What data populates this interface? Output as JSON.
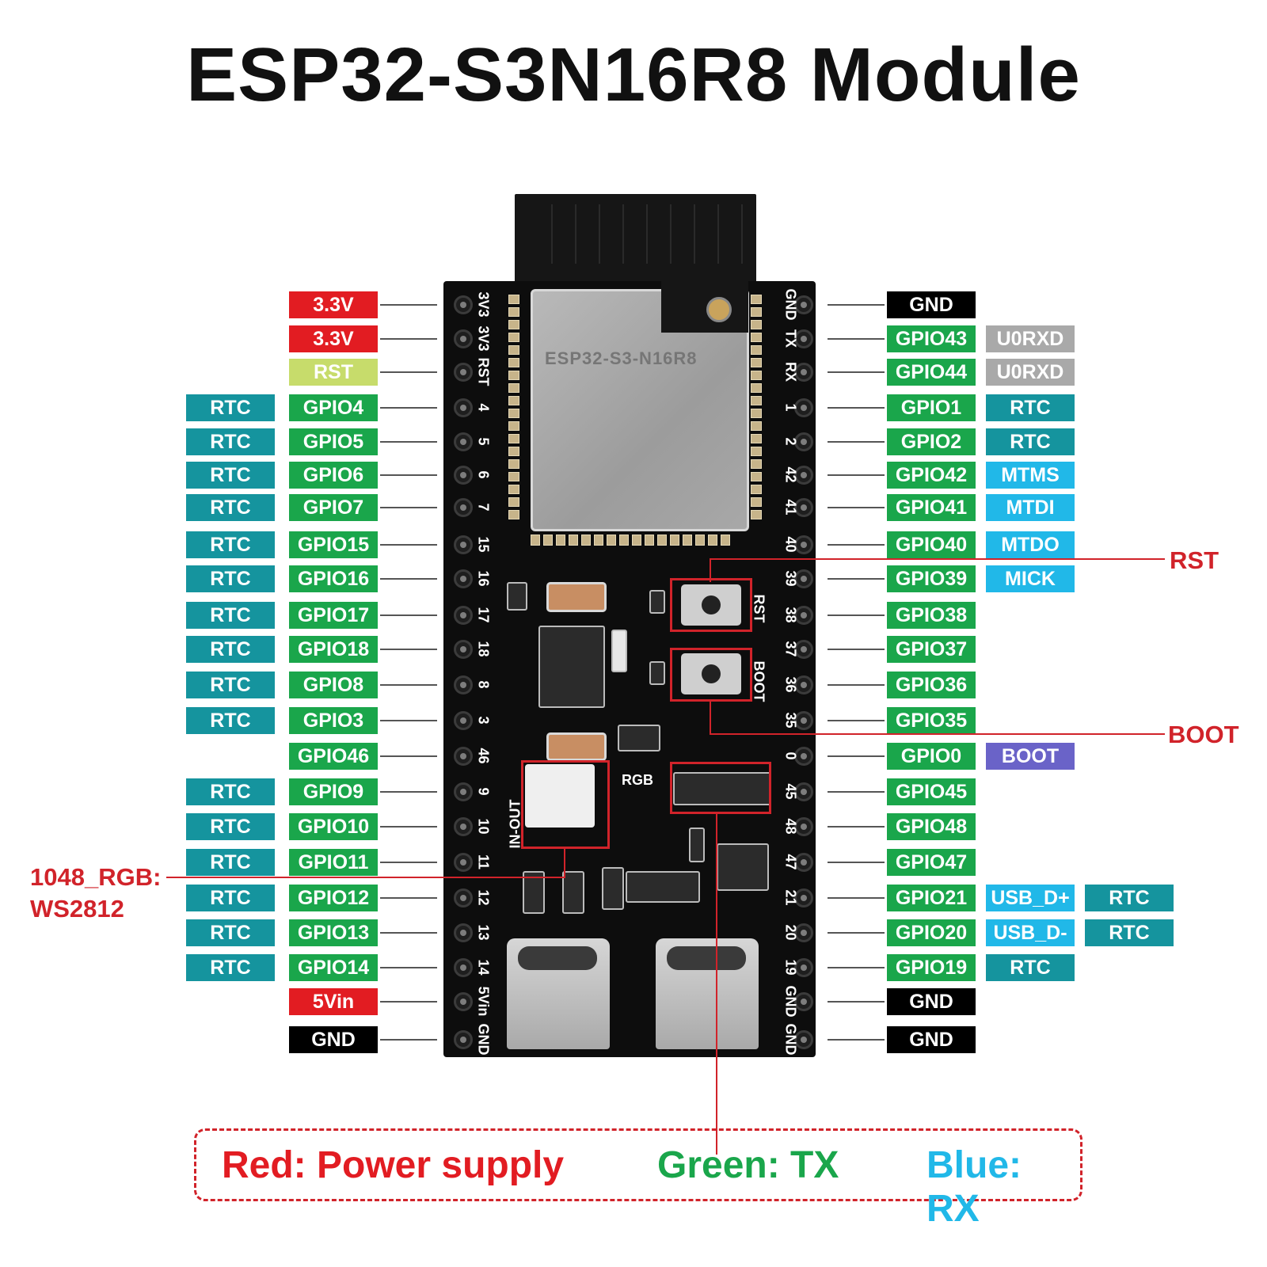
{
  "title": "ESP32-S3N16R8 Module",
  "colors": {
    "power": "#e21c22",
    "gpio": "#1aa64b",
    "rtc": "#15949e",
    "jtag": "#21b8e8",
    "uart": "#a9a9a9",
    "reset": "#c7dc6b",
    "gnd": "#000000",
    "boot": "#6a63c8",
    "callout": "#d1232a"
  },
  "board": {
    "chip_marking": "ESP32-S3-N16R8",
    "rgb_silk": "RGB",
    "led_silk": "IN-OUT",
    "button_silk": [
      "RST",
      "BOOT"
    ],
    "left_silk": [
      "3V3",
      "3V3",
      "RST",
      "4",
      "5",
      "6",
      "7",
      "15",
      "16",
      "17",
      "18",
      "8",
      "3",
      "46",
      "9",
      "10",
      "11",
      "12",
      "13",
      "14",
      "5Vin",
      "GND"
    ],
    "right_silk": [
      "GND",
      "TX",
      "RX",
      "1",
      "2",
      "42",
      "41",
      "40",
      "39",
      "38",
      "37",
      "36",
      "35",
      "0",
      "45",
      "48",
      "47",
      "21",
      "20",
      "19",
      "GND",
      "GND"
    ]
  },
  "left_pins": [
    {
      "alt": "",
      "name": "3.3V",
      "type": "power"
    },
    {
      "alt": "",
      "name": "3.3V",
      "type": "power"
    },
    {
      "alt": "",
      "name": "RST",
      "type": "reset"
    },
    {
      "alt": "RTC",
      "name": "GPIO4",
      "type": "gpio"
    },
    {
      "alt": "RTC",
      "name": "GPIO5",
      "type": "gpio"
    },
    {
      "alt": "RTC",
      "name": "GPIO6",
      "type": "gpio"
    },
    {
      "alt": "RTC",
      "name": "GPIO7",
      "type": "gpio"
    },
    {
      "alt": "RTC",
      "name": "GPIO15",
      "type": "gpio"
    },
    {
      "alt": "RTC",
      "name": "GPIO16",
      "type": "gpio"
    },
    {
      "alt": "RTC",
      "name": "GPIO17",
      "type": "gpio"
    },
    {
      "alt": "RTC",
      "name": "GPIO18",
      "type": "gpio"
    },
    {
      "alt": "RTC",
      "name": "GPIO8",
      "type": "gpio"
    },
    {
      "alt": "RTC",
      "name": "GPIO3",
      "type": "gpio"
    },
    {
      "alt": "",
      "name": "GPIO46",
      "type": "gpio"
    },
    {
      "alt": "RTC",
      "name": "GPIO9",
      "type": "gpio"
    },
    {
      "alt": "RTC",
      "name": "GPIO10",
      "type": "gpio"
    },
    {
      "alt": "RTC",
      "name": "GPIO11",
      "type": "gpio"
    },
    {
      "alt": "RTC",
      "name": "GPIO12",
      "type": "gpio"
    },
    {
      "alt": "RTC",
      "name": "GPIO13",
      "type": "gpio"
    },
    {
      "alt": "RTC",
      "name": "GPIO14",
      "type": "gpio"
    },
    {
      "alt": "",
      "name": "5Vin",
      "type": "power"
    },
    {
      "alt": "",
      "name": "GND",
      "type": "gnd"
    }
  ],
  "right_pins": [
    {
      "name": "GND",
      "type": "gnd",
      "alt": "",
      "alt_type": "",
      "alt2": ""
    },
    {
      "name": "GPIO43",
      "type": "gpio",
      "alt": "U0RXD",
      "alt_type": "uart",
      "alt2": ""
    },
    {
      "name": "GPIO44",
      "type": "gpio",
      "alt": "U0RXD",
      "alt_type": "uart",
      "alt2": ""
    },
    {
      "name": "GPIO1",
      "type": "gpio",
      "alt": "RTC",
      "alt_type": "rtc",
      "alt2": ""
    },
    {
      "name": "GPIO2",
      "type": "gpio",
      "alt": "RTC",
      "alt_type": "rtc",
      "alt2": ""
    },
    {
      "name": "GPIO42",
      "type": "gpio",
      "alt": "MTMS",
      "alt_type": "jtag",
      "alt2": ""
    },
    {
      "name": "GPIO41",
      "type": "gpio",
      "alt": "MTDI",
      "alt_type": "jtag",
      "alt2": ""
    },
    {
      "name": "GPIO40",
      "type": "gpio",
      "alt": "MTDO",
      "alt_type": "jtag",
      "alt2": ""
    },
    {
      "name": "GPIO39",
      "type": "gpio",
      "alt": "MICK",
      "alt_type": "jtag",
      "alt2": ""
    },
    {
      "name": "GPIO38",
      "type": "gpio",
      "alt": "",
      "alt_type": "",
      "alt2": ""
    },
    {
      "name": "GPIO37",
      "type": "gpio",
      "alt": "",
      "alt_type": "",
      "alt2": ""
    },
    {
      "name": "GPIO36",
      "type": "gpio",
      "alt": "",
      "alt_type": "",
      "alt2": ""
    },
    {
      "name": "GPIO35",
      "type": "gpio",
      "alt": "",
      "alt_type": "",
      "alt2": ""
    },
    {
      "name": "GPIO0",
      "type": "gpio",
      "alt": "BOOT",
      "alt_type": "boot",
      "alt2": ""
    },
    {
      "name": "GPIO45",
      "type": "gpio",
      "alt": "",
      "alt_type": "",
      "alt2": ""
    },
    {
      "name": "GPIO48",
      "type": "gpio",
      "alt": "",
      "alt_type": "",
      "alt2": ""
    },
    {
      "name": "GPIO47",
      "type": "gpio",
      "alt": "",
      "alt_type": "",
      "alt2": ""
    },
    {
      "name": "GPIO21",
      "type": "gpio",
      "alt": "USB_D+",
      "alt_type": "jtag",
      "alt2": "RTC"
    },
    {
      "name": "GPIO20",
      "type": "gpio",
      "alt": "USB_D-",
      "alt_type": "jtag",
      "alt2": "RTC"
    },
    {
      "name": "GPIO19",
      "type": "gpio",
      "alt": "RTC",
      "alt_type": "rtc",
      "alt2": ""
    },
    {
      "name": "GND",
      "type": "gnd",
      "alt": "",
      "alt_type": "",
      "alt2": ""
    },
    {
      "name": "GND",
      "type": "gnd",
      "alt": "",
      "alt_type": "",
      "alt2": ""
    }
  ],
  "callouts": {
    "rst": "RST",
    "boot": "BOOT",
    "rgb_line1": "1048_RGB:",
    "rgb_line2": "WS2812"
  },
  "legend": {
    "red": "Red: Power supply",
    "green": "Green: TX",
    "blue": "Blue: RX"
  }
}
